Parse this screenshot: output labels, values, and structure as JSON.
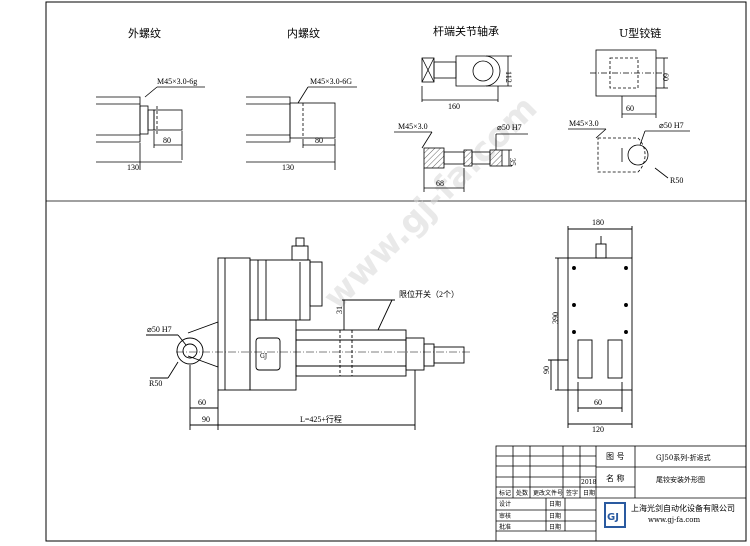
{
  "watermark": "www.gj-fa.com",
  "top_labels": {
    "external_thread": "外螺纹",
    "internal_thread": "内螺纹",
    "rod_end_bearing": "杆端关节轴承",
    "u_clevis": "U型铰链"
  },
  "dims": {
    "ext_thread": "M45×3.0-6g",
    "int_thread": "M45×3.0-6G",
    "d80a": "80",
    "d130a": "130",
    "d80b": "80",
    "d130b": "130",
    "d112": "112",
    "d160": "160",
    "m45a": "M45×3.0",
    "phi50a": "⌀50 H7",
    "d35": "35",
    "d68": "68",
    "d60": "60",
    "d60b": "60",
    "m45b": "M45×3.0",
    "phi50b": "⌀50 H7",
    "r50a": "R50",
    "phi50c": "⌀50 H7",
    "r50b": "R50",
    "d60c": "60",
    "d90": "90",
    "stroke": "L=425+行程",
    "d31": "31",
    "limit_switch": "限位开关（2个）",
    "d180": "180",
    "d390": "390",
    "d90b": "90",
    "d60d": "60",
    "d120": "120"
  },
  "title_block": {
    "drawing_no_label": "图 号",
    "drawing_no": "GJ50系列-折返式",
    "name_label": "名 称",
    "name": "尾铰安装外形图",
    "year": "2018",
    "rev_headers": [
      "标记",
      "处数",
      "更改文件号",
      "签字",
      "日期"
    ],
    "design": "设计",
    "review": "审核",
    "approve": "批准",
    "date1": "日期",
    "date2": "日期",
    "date3": "日期",
    "company": "上海光剑自动化设备有限公司",
    "url": "www.gj-fa.com",
    "logo_text": "GJ"
  },
  "colors": {
    "line": "#000000",
    "logo_blue": "#2a5aa0",
    "watermark": "#d8d8d8"
  }
}
